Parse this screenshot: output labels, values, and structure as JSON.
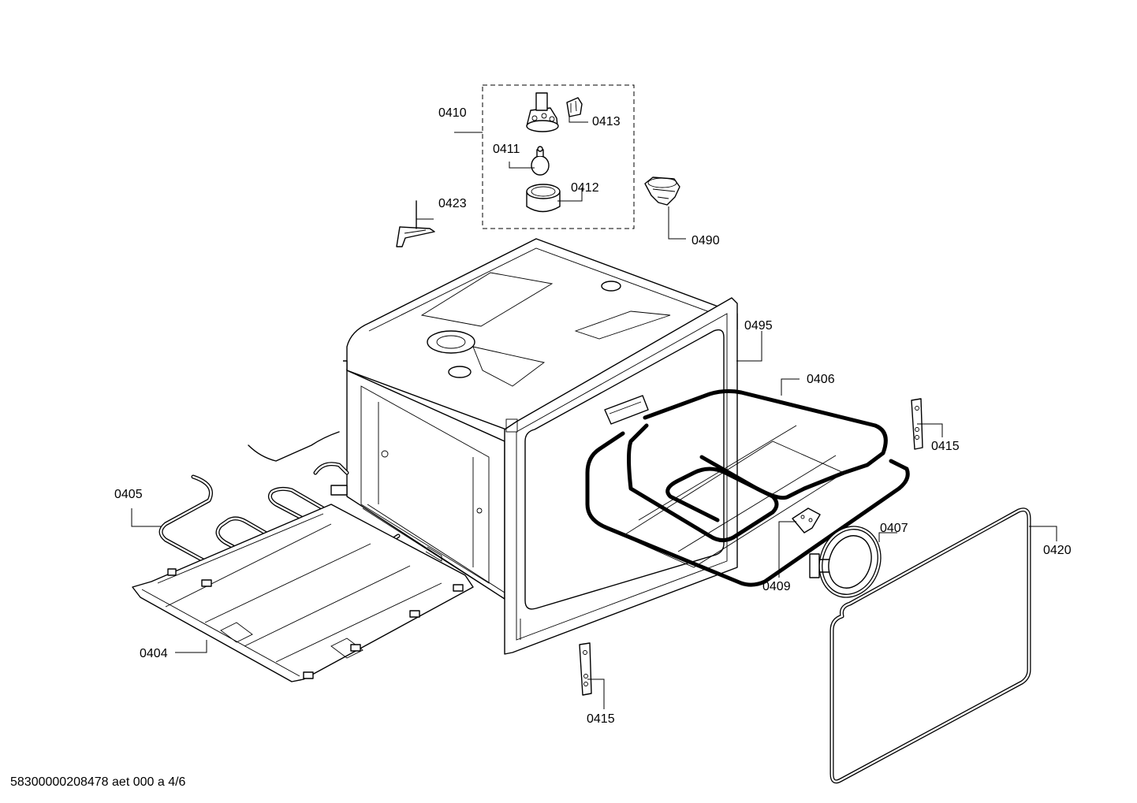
{
  "footer": {
    "doc_id": "58300000208478 aet 000 a 4/6"
  },
  "labels": {
    "l0410": "0410",
    "l0413": "0413",
    "l0411": "0411",
    "l0412": "0412",
    "l0423": "0423",
    "l0490": "0490",
    "l0495": "0495",
    "l0406": "0406",
    "l0415a": "0415",
    "l0405": "0405",
    "l0407": "0407",
    "l0420": "0420",
    "l0409": "0409",
    "l0404": "0404",
    "l0415b": "0415"
  }
}
